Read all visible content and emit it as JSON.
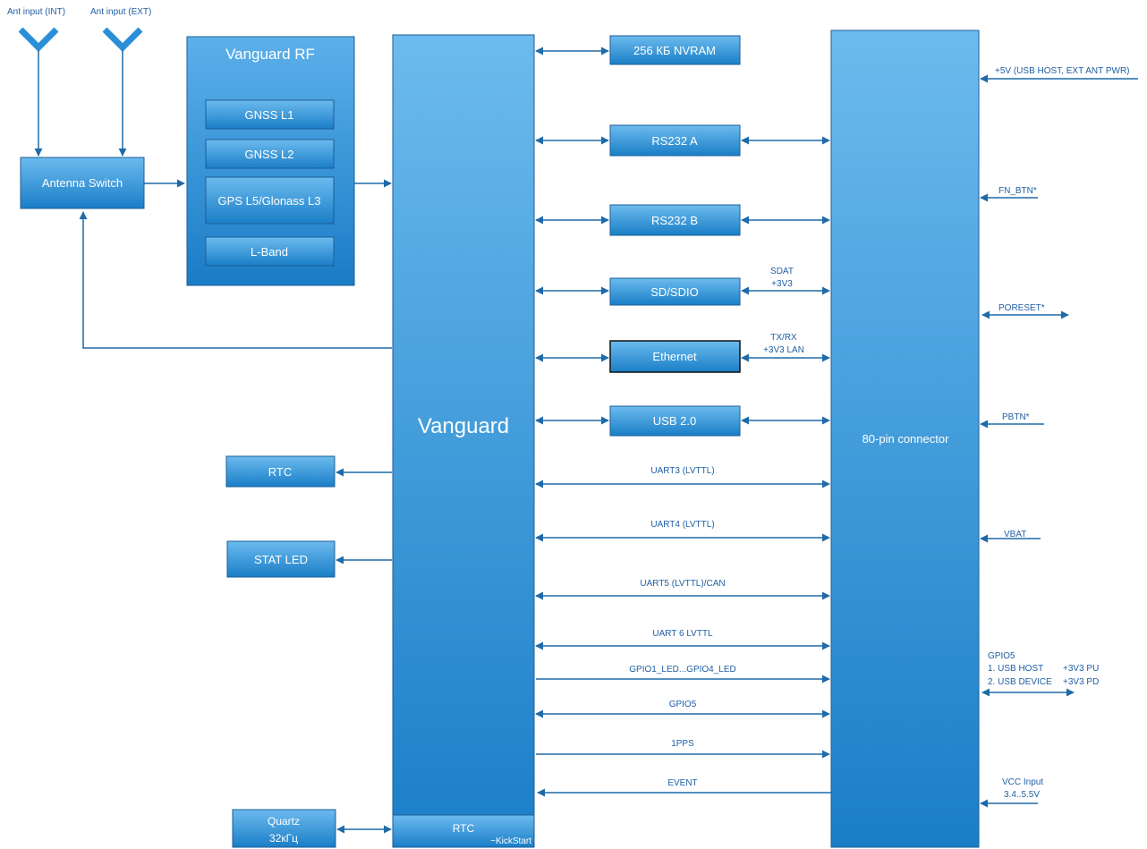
{
  "antennas": {
    "int_label": "Ant input (INT)",
    "ext_label": "Ant input (EXT)"
  },
  "antenna_switch": "Antenna Switch",
  "rf": {
    "title": "Vanguard RF",
    "bands": [
      "GNSS L1",
      "GNSS L2",
      "GPS L5/Glonass L3",
      "L-Band"
    ]
  },
  "core": {
    "title": "Vanguard",
    "rtc_label": "RTC",
    "kickstart": "~KickStart"
  },
  "left_blocks": {
    "rtc": "RTC",
    "stat_led": "STAT LED",
    "quartz_line1": "Quartz",
    "quartz_line2": "32кГц"
  },
  "peripherals": {
    "nvram": "256 КБ NVRAM",
    "rs232a": "RS232 A",
    "rs232b": "RS232 B",
    "sd": "SD/SDIO",
    "ethernet": "Ethernet",
    "usb": "USB 2.0"
  },
  "sd_labels": [
    "SDAT",
    "+3V3"
  ],
  "eth_labels": [
    "TX/RX",
    "+3V3 LAN"
  ],
  "buses": {
    "uart3": "UART3 (LVTTL)",
    "uart4": "UART4 (LVTTL)",
    "uart5": "UART5 (LVTTL)/CAN",
    "uart6": "UART 6 LVTTL",
    "gpio_led": "GPIO1_LED...GPIO4_LED",
    "gpio5": "GPIO5",
    "pps": "1PPS",
    "event": "EVENT"
  },
  "connector": {
    "title": "80-pin connector"
  },
  "signals": {
    "power": "+5V (USB HOST, EXT ANT PWR)",
    "fn_btn": "FN_BTN*",
    "poreset": "PORESET*",
    "pbtn": "PBTN*",
    "vbat": "VBAT",
    "gpio5_title": "GPIO5",
    "gpio5_host": "1. USB HOST",
    "gpio5_host_pull": "+3V3 PU",
    "gpio5_device": "2. USB DEVICE",
    "gpio5_device_pull": "+3V3 PD",
    "vcc_line1": "VCC Input",
    "vcc_line2": "3.4..5.5V"
  },
  "colors": {
    "box_top": "#6cbbee",
    "box_bottom": "#1a7ec7",
    "border": "#1b5e97",
    "line": "#1f6aa8"
  }
}
